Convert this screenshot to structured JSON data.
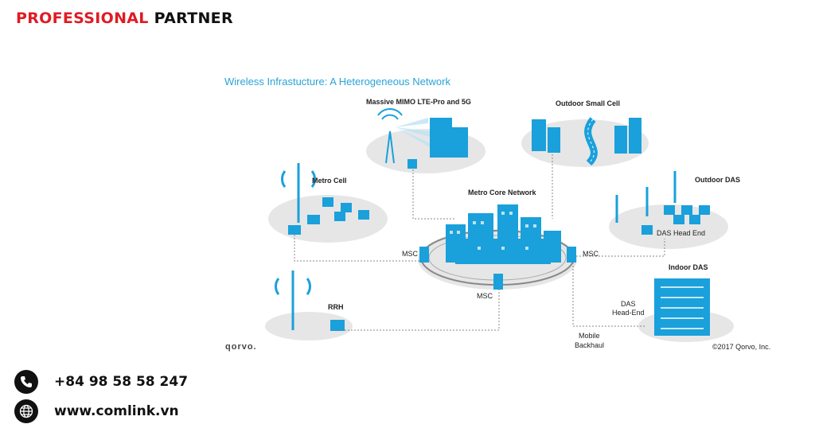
{
  "header": {
    "brand_part1": "PROFESSIONAL",
    "brand_part2": "PARTNER"
  },
  "diagram": {
    "title": "Wireless Infrastucture: A Heterogeneous Network",
    "labels": {
      "massive_mimo": "Massive MIMO LTE-Pro and 5G",
      "outdoor_small_cell": "Outdoor Small Cell",
      "metro_cell": "Metro Cell",
      "outdoor_das": "Outdoor DAS",
      "metro_core": "Metro Core Network",
      "das_head_end_outdoor": "DAS Head End",
      "msc_left": "MSC",
      "msc_right": "MSC",
      "msc_bottom": "MSC",
      "indoor_das": "Indoor DAS",
      "rrh": "RRH",
      "das_line1": "DAS",
      "das_line2": "Head-End",
      "mobile_line1": "Mobile",
      "mobile_line2": "Backhaul",
      "logo": "qorvo.",
      "copyright": "©2017 Qorvo, Inc."
    }
  },
  "contacts": {
    "phone": "+84 98 58 58 247",
    "website": "www.comlink.vn"
  },
  "colors": {
    "accent_red": "#e01b24",
    "diagram_blue": "#1aa0db",
    "platform_gray": "#e6e6e6"
  }
}
